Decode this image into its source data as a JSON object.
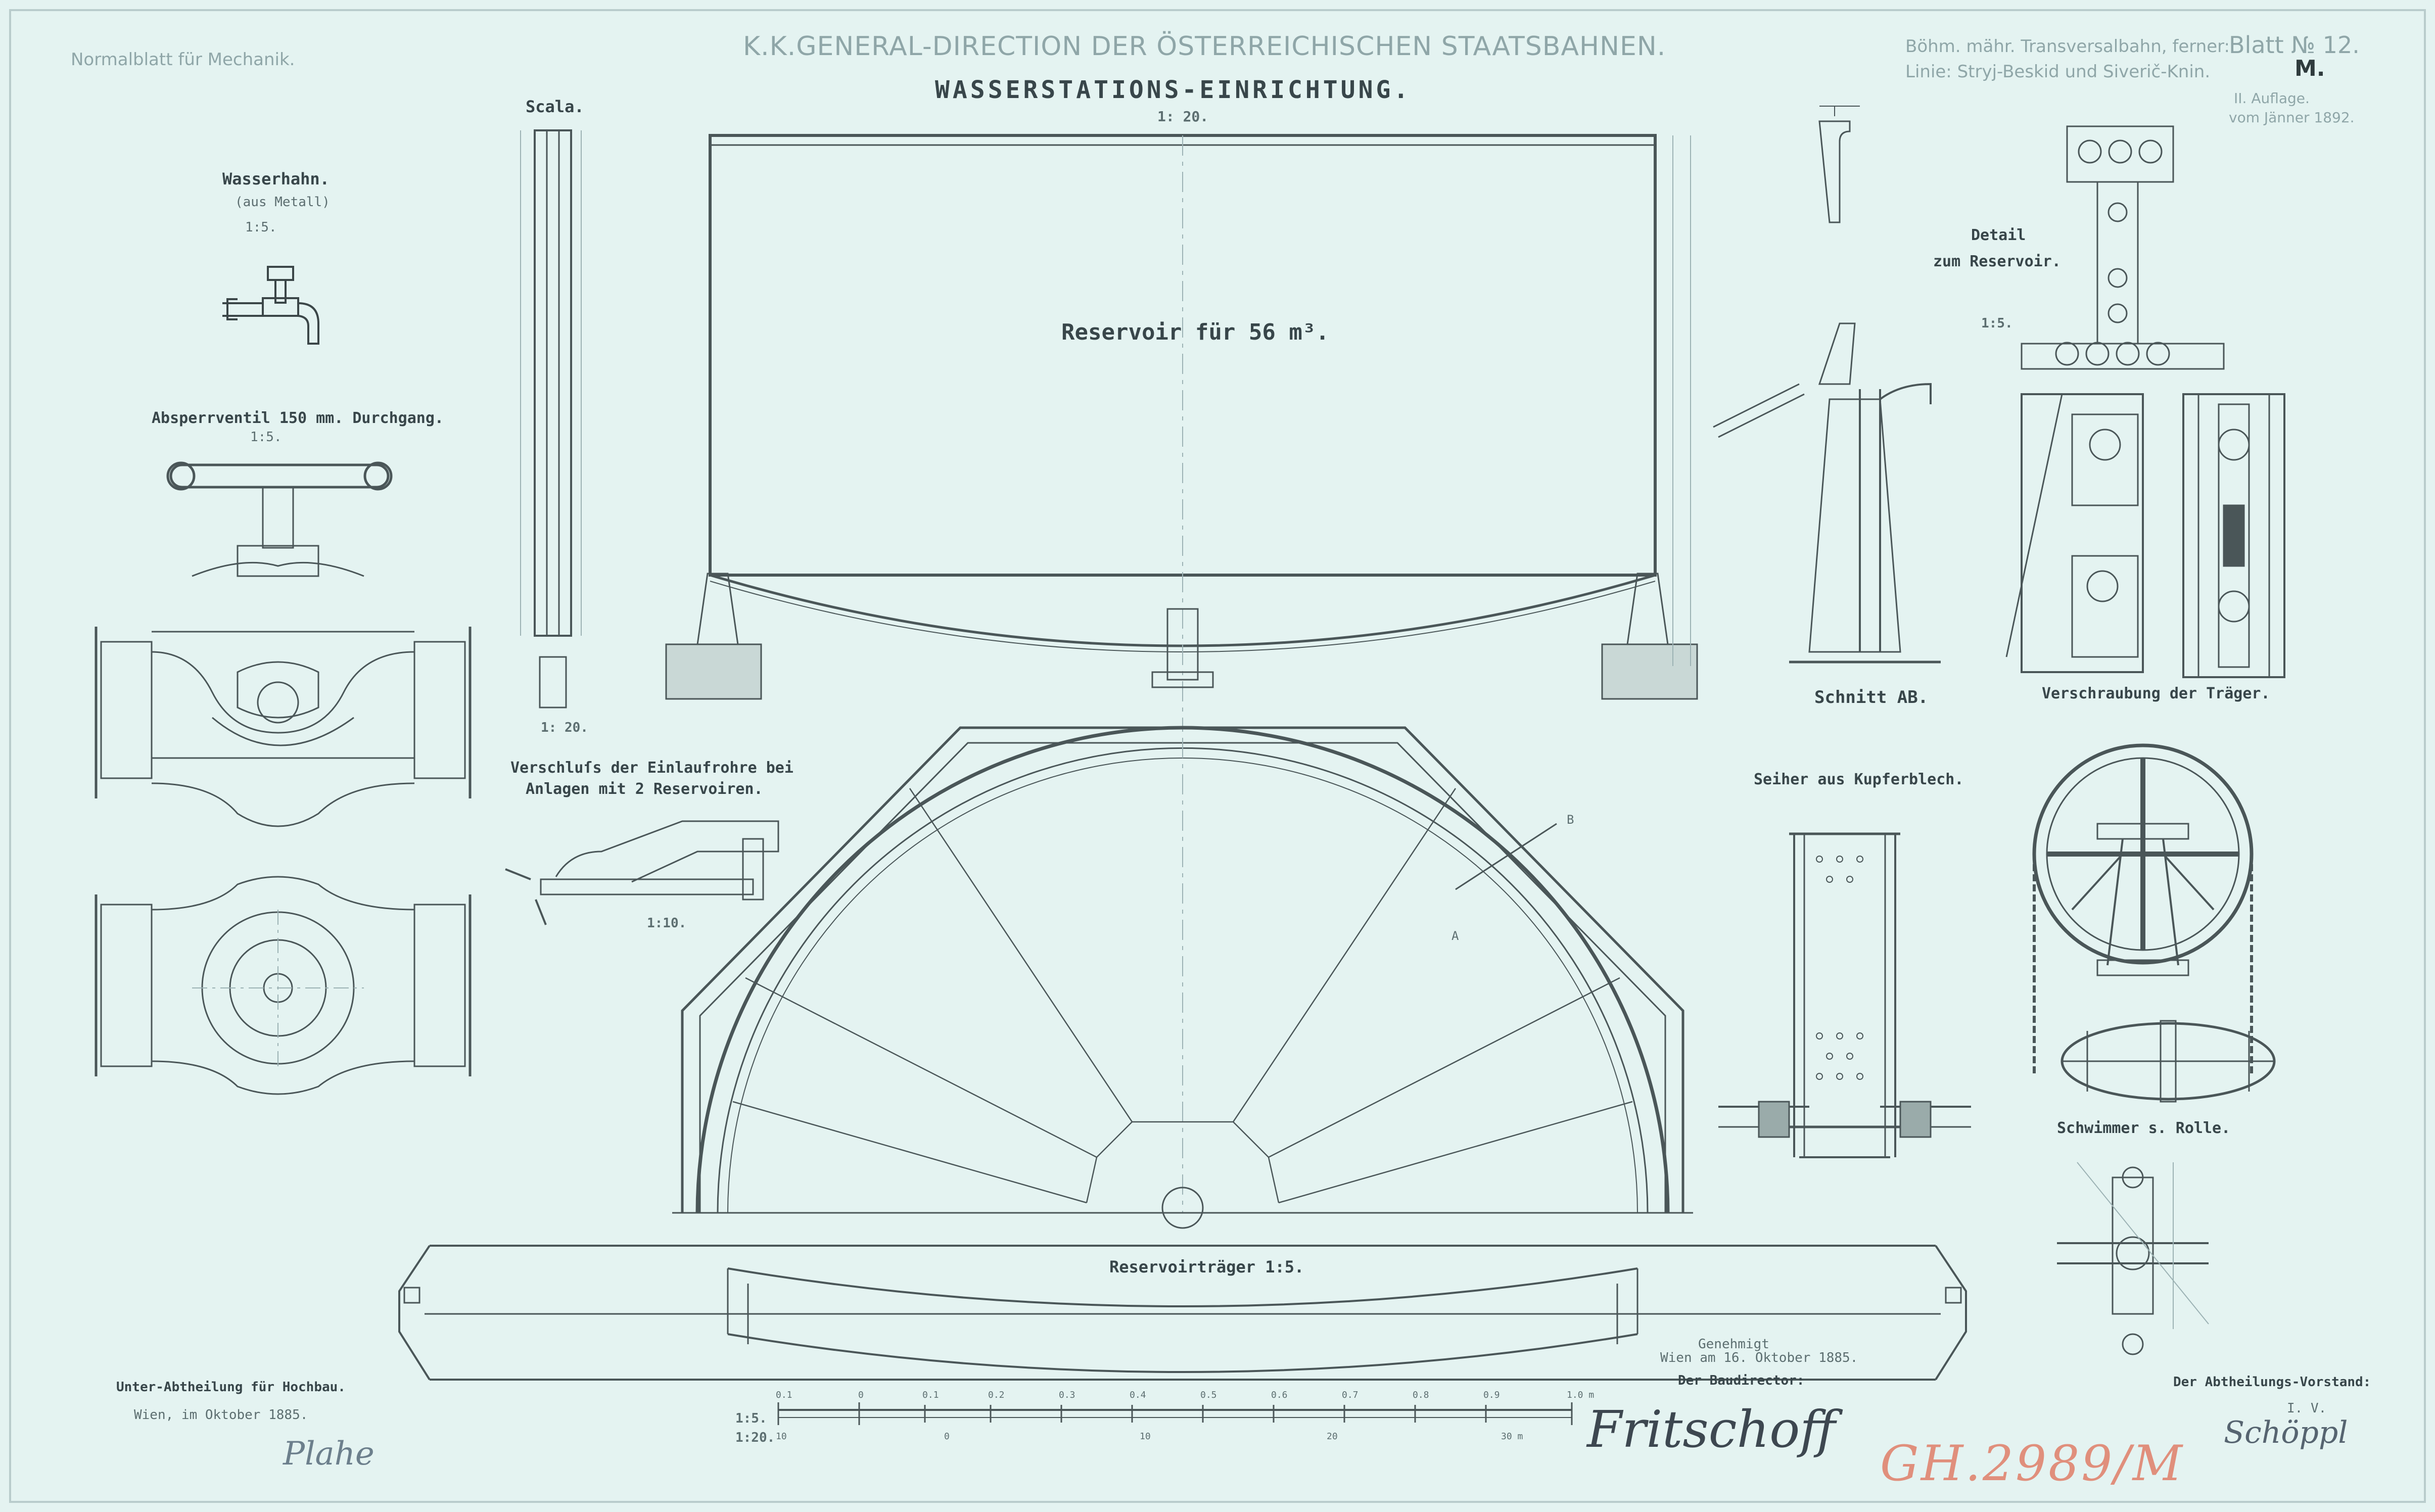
{
  "sheet": {
    "top_left": "Normalblatt für Mechanik.",
    "directorate": "K.K.GENERAL-DIRECTION DER ÖSTERREICHISCHEN STAATSBAHNEN.",
    "title": "WASSERSTATIONS-EINRICHTUNG.",
    "lines_1": "Böhm. mähr. Transversalbahn, ferner:",
    "lines_2": "Linie: Stryj-Beskid und Siverič-Knin.",
    "blatt": "Blatt № 12.",
    "blatt_sub": "M.",
    "edition": "II. Auflage.",
    "edition_date": "vom Jänner 1892."
  },
  "drawings": {
    "wasserhahn": {
      "title": "Wasserhahn.",
      "note": "(aus Metall)",
      "scale": "1:5."
    },
    "absperrventil": {
      "title": "Absperrventil 150 mm. Durchgang.",
      "scale": "1:5."
    },
    "scala": {
      "title": "Scala.",
      "scale": "1: 20."
    },
    "reservoir": {
      "title": "Reservoir für 56 m³.",
      "scale": "1: 20."
    },
    "verschluss": {
      "title_1": "Verschluſs der Einlaufrohre bei",
      "title_2": "Anlagen mit 2 Reservoiren.",
      "scale": "1:10."
    },
    "detail": {
      "title_1": "Detail",
      "title_2": "zum Reservoir.",
      "scale": "1:5."
    },
    "schnitt": {
      "title": "Schnitt AB."
    },
    "verschraubung": {
      "title": "Verschraubung der Träger."
    },
    "seiher": {
      "title": "Seiher aus Kupferblech."
    },
    "schwimmer": {
      "title": "Schwimmer s. Rolle."
    },
    "reservoirtraeger": {
      "title": "Reservoirträger 1:5."
    },
    "section_labels": {
      "a": "A",
      "b": "B"
    }
  },
  "footer": {
    "left_1": "Unter-Abtheilung für Hochbau.",
    "left_2": "Wien, im Oktober 1885.",
    "approved_1": "Genehmigt",
    "approved_2": "Wien am 16. Oktober 1885.",
    "baudirector": "Der Baudirector:",
    "abtheilung": "Der Abtheilungs-Vorstand:",
    "iv": "I. V.",
    "scale_1": "1:5.",
    "scale_2": "1:20."
  },
  "scale_bar": {
    "top": [
      "0.1",
      "0",
      "0.1",
      "0.2",
      "0.3",
      "0.4",
      "0.5",
      "0.6",
      "0.7",
      "0.8",
      "0.9",
      "1.0 m"
    ],
    "bottom": [
      "10",
      "0",
      "10",
      "20",
      "30 m"
    ]
  },
  "signatures": {
    "left": "Plahe",
    "center": "Fritschoff",
    "right": "Schöppl",
    "stamp": "GH.2989/M"
  }
}
